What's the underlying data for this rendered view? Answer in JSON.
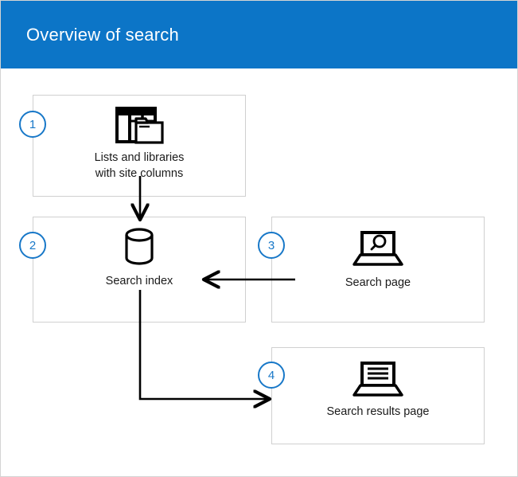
{
  "header": {
    "title": "Overview of search",
    "background": "#0c75c7",
    "text_color": "#ffffff"
  },
  "theme": {
    "accent": "#1878c8",
    "box_border": "#d0d0d0",
    "page_border": "#d4d4d4",
    "icon_color": "#000000",
    "text_color": "#1a1a1a",
    "background": "#ffffff"
  },
  "diagram": {
    "type": "flow-diagram",
    "nodes": [
      {
        "id": "lists-and-libraries",
        "badge": "1",
        "label": "Lists and libraries\nwith site columns",
        "icon": "lists-libraries-icon"
      },
      {
        "id": "search-index",
        "badge": "2",
        "label": "Search index",
        "icon": "database-cylinder-icon"
      },
      {
        "id": "search-page",
        "badge": "3",
        "label": "Search page",
        "icon": "laptop-magnifier-icon"
      },
      {
        "id": "search-results-page",
        "badge": "4",
        "label": "Search results page",
        "icon": "laptop-results-icon"
      }
    ],
    "connectors": [
      {
        "from": "lists-and-libraries",
        "to": "search-index",
        "direction": "down"
      },
      {
        "from": "search-page",
        "to": "search-index",
        "direction": "left"
      },
      {
        "from": "search-index",
        "to": "search-results-page",
        "direction": "down-right"
      }
    ]
  }
}
